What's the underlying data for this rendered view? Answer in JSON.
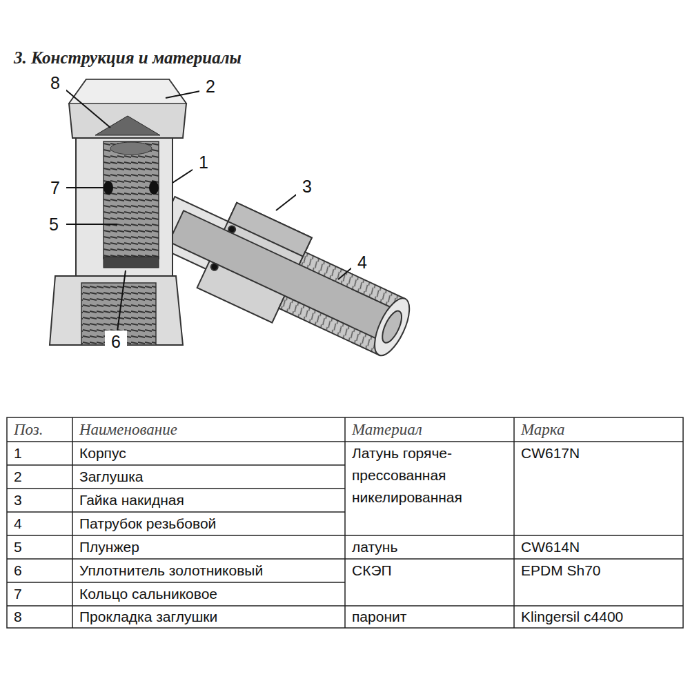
{
  "diagram": {
    "title": "3. Конструкция и материалы",
    "labels": [
      "8",
      "2",
      "1",
      "3",
      "7",
      "5",
      "4",
      "6",
      "Поз.",
      "Наименование",
      "Материал",
      "Марка",
      "1",
      "Корпус",
      "Латунь горяче-прессованная никелированная",
      "CW617N",
      "2",
      "Заглушка",
      "3",
      "Гайка накидная",
      "4",
      "Патрубок резьбовой",
      "5",
      "Плунжер",
      "латунь",
      "CW614N",
      "6",
      "Уплотнитель золотниковый",
      "СКЭП",
      "EPDM Sh70",
      "7",
      "Кольцо сальниковое",
      "8",
      "Прокладка заглушки",
      "паронит",
      "Klingersil c4400"
    ]
  }
}
